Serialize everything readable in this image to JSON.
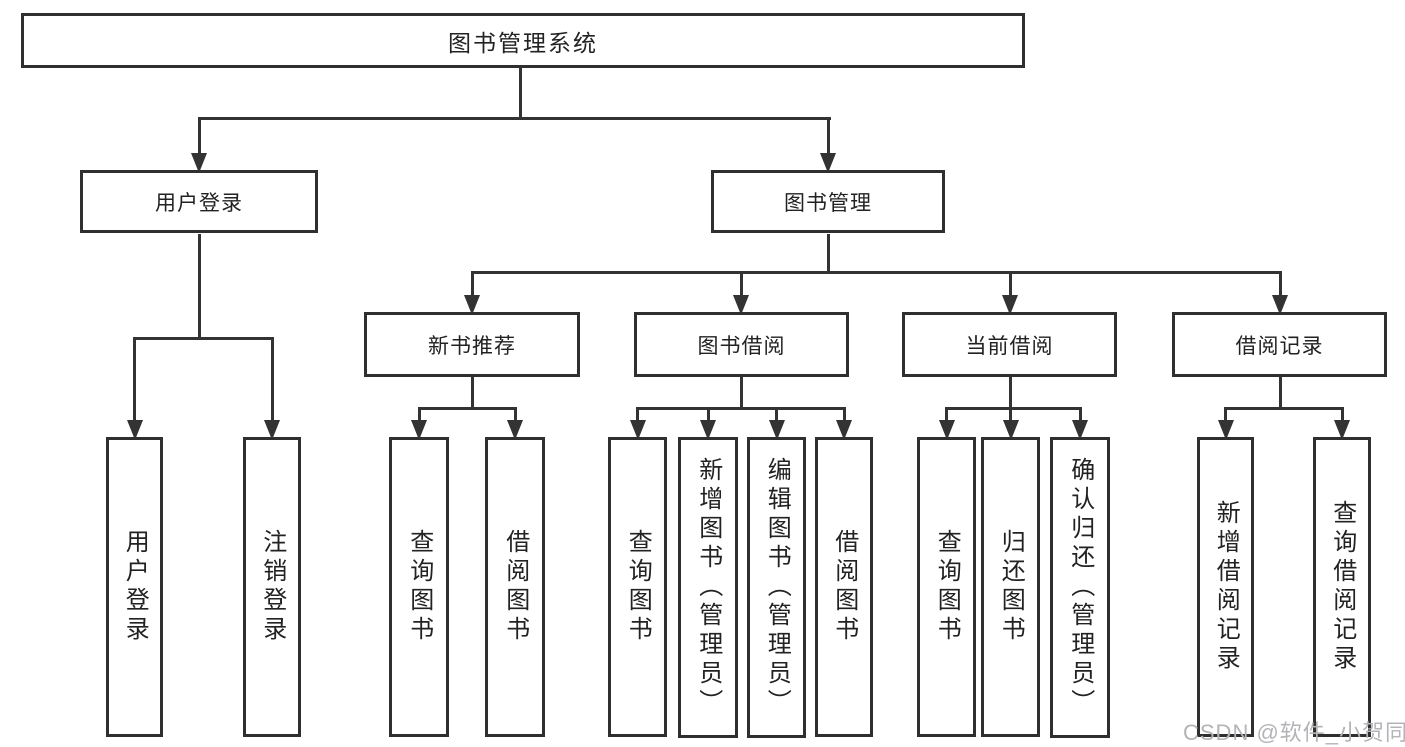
{
  "tree": {
    "root": "图书管理系统",
    "branches": [
      {
        "label": "用户登录",
        "children": [
          "用户登录",
          "注销登录"
        ]
      },
      {
        "label": "图书管理",
        "children": [
          {
            "label": "新书推荐",
            "children": [
              "查询图书",
              "借阅图书"
            ]
          },
          {
            "label": "图书借阅",
            "children": [
              "查询图书",
              "新增图书（管理员）",
              "编辑图书（管理员）",
              "借阅图书"
            ]
          },
          {
            "label": "当前借阅",
            "children": [
              "查询图书",
              "归还图书",
              "确认归还（管理员）"
            ]
          },
          {
            "label": "借阅记录",
            "children": [
              "新增借阅记录",
              "查询借阅记录"
            ]
          }
        ]
      }
    ]
  },
  "watermark": {
    "text": "CSDN @软件_小贺同学",
    "color": "#b4b4b8"
  },
  "colors": {
    "line": "#333333",
    "box_border": "#2f2f2f",
    "text": "#222222",
    "background": "#ffffff"
  }
}
